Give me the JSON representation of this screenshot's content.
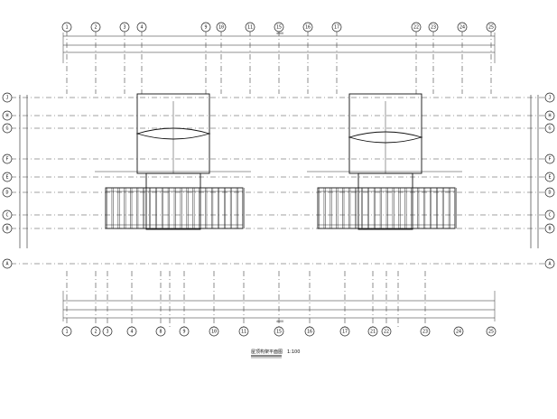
{
  "drawing": {
    "title": "屋顶构架平面图",
    "scale": "1:100"
  },
  "axes": {
    "top": [
      "1",
      "2",
      "3",
      "4",
      "9",
      "10",
      "11",
      "15",
      "16",
      "17",
      "22",
      "23",
      "24",
      "25"
    ],
    "bottom": [
      "1",
      "2",
      "3",
      "4",
      "8",
      "9",
      "10",
      "11",
      "15",
      "16",
      "17",
      "21",
      "22",
      "23",
      "24",
      "25"
    ],
    "left": [
      "J",
      "H",
      "G",
      "F",
      "E",
      "D",
      "C",
      "B",
      "A"
    ],
    "right": [
      "J",
      "H",
      "G",
      "F",
      "E",
      "D",
      "C",
      "B",
      "A"
    ]
  },
  "dims": {
    "top_overall": "4600",
    "bottom_overall": "4600"
  }
}
